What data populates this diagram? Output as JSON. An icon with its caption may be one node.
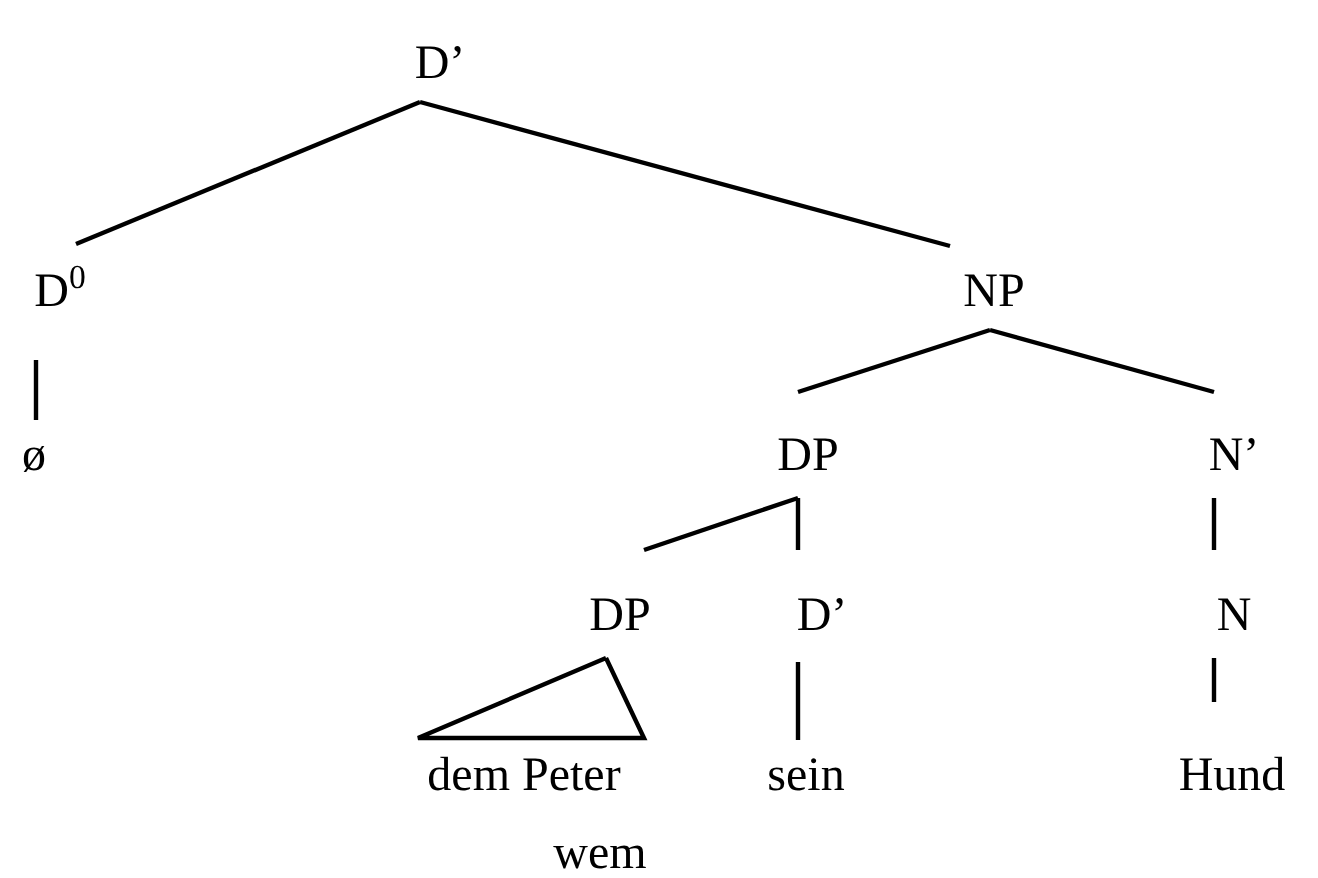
{
  "diagram": {
    "nodes": [
      {
        "text": [
          "D’"
        ]
      },
      {
        "text": [
          "D$^{0}$"
        ]
      },
      {
        "text": [
          "ø"
        ]
      },
      {
        "text": [
          "NP"
        ]
      },
      {
        "text": [
          "DP"
        ]
      },
      {
        "text": [
          "N’"
        ]
      },
      {
        "text": [
          "DP"
        ]
      },
      {
        "text": [
          "D’"
        ]
      },
      {
        "text": [
          "N"
        ]
      },
      {
        "text": [
          "dem Peter"
        ]
      },
      {
        "text": [
          "sein"
        ]
      },
      {
        "text": [
          "Hund"
        ]
      }
    ],
    "edges": [
      {
        "from": 0,
        "to": 1,
        "arrow": "none"
      },
      {
        "from": 0,
        "to": 3,
        "arrow": "none"
      },
      {
        "from": 1,
        "to": 2,
        "arrow": "none"
      },
      {
        "from": 3,
        "to": 4,
        "arrow": "none"
      },
      {
        "from": 3,
        "to": 5,
        "arrow": "none"
      },
      {
        "from": 4,
        "to": 6,
        "arrow": "none"
      },
      {
        "from": 4,
        "to": 7,
        "arrow": "none"
      },
      {
        "from": 5,
        "to": 8,
        "arrow": "none"
      },
      {
        "from": 6,
        "to": 9,
        "arrow": "none"
      },
      {
        "from": 7,
        "to": 10,
        "arrow": "none"
      },
      {
        "from": 8,
        "to": 11,
        "arrow": "none"
      }
    ],
    "labels": [
      "wem"
    ]
  }
}
